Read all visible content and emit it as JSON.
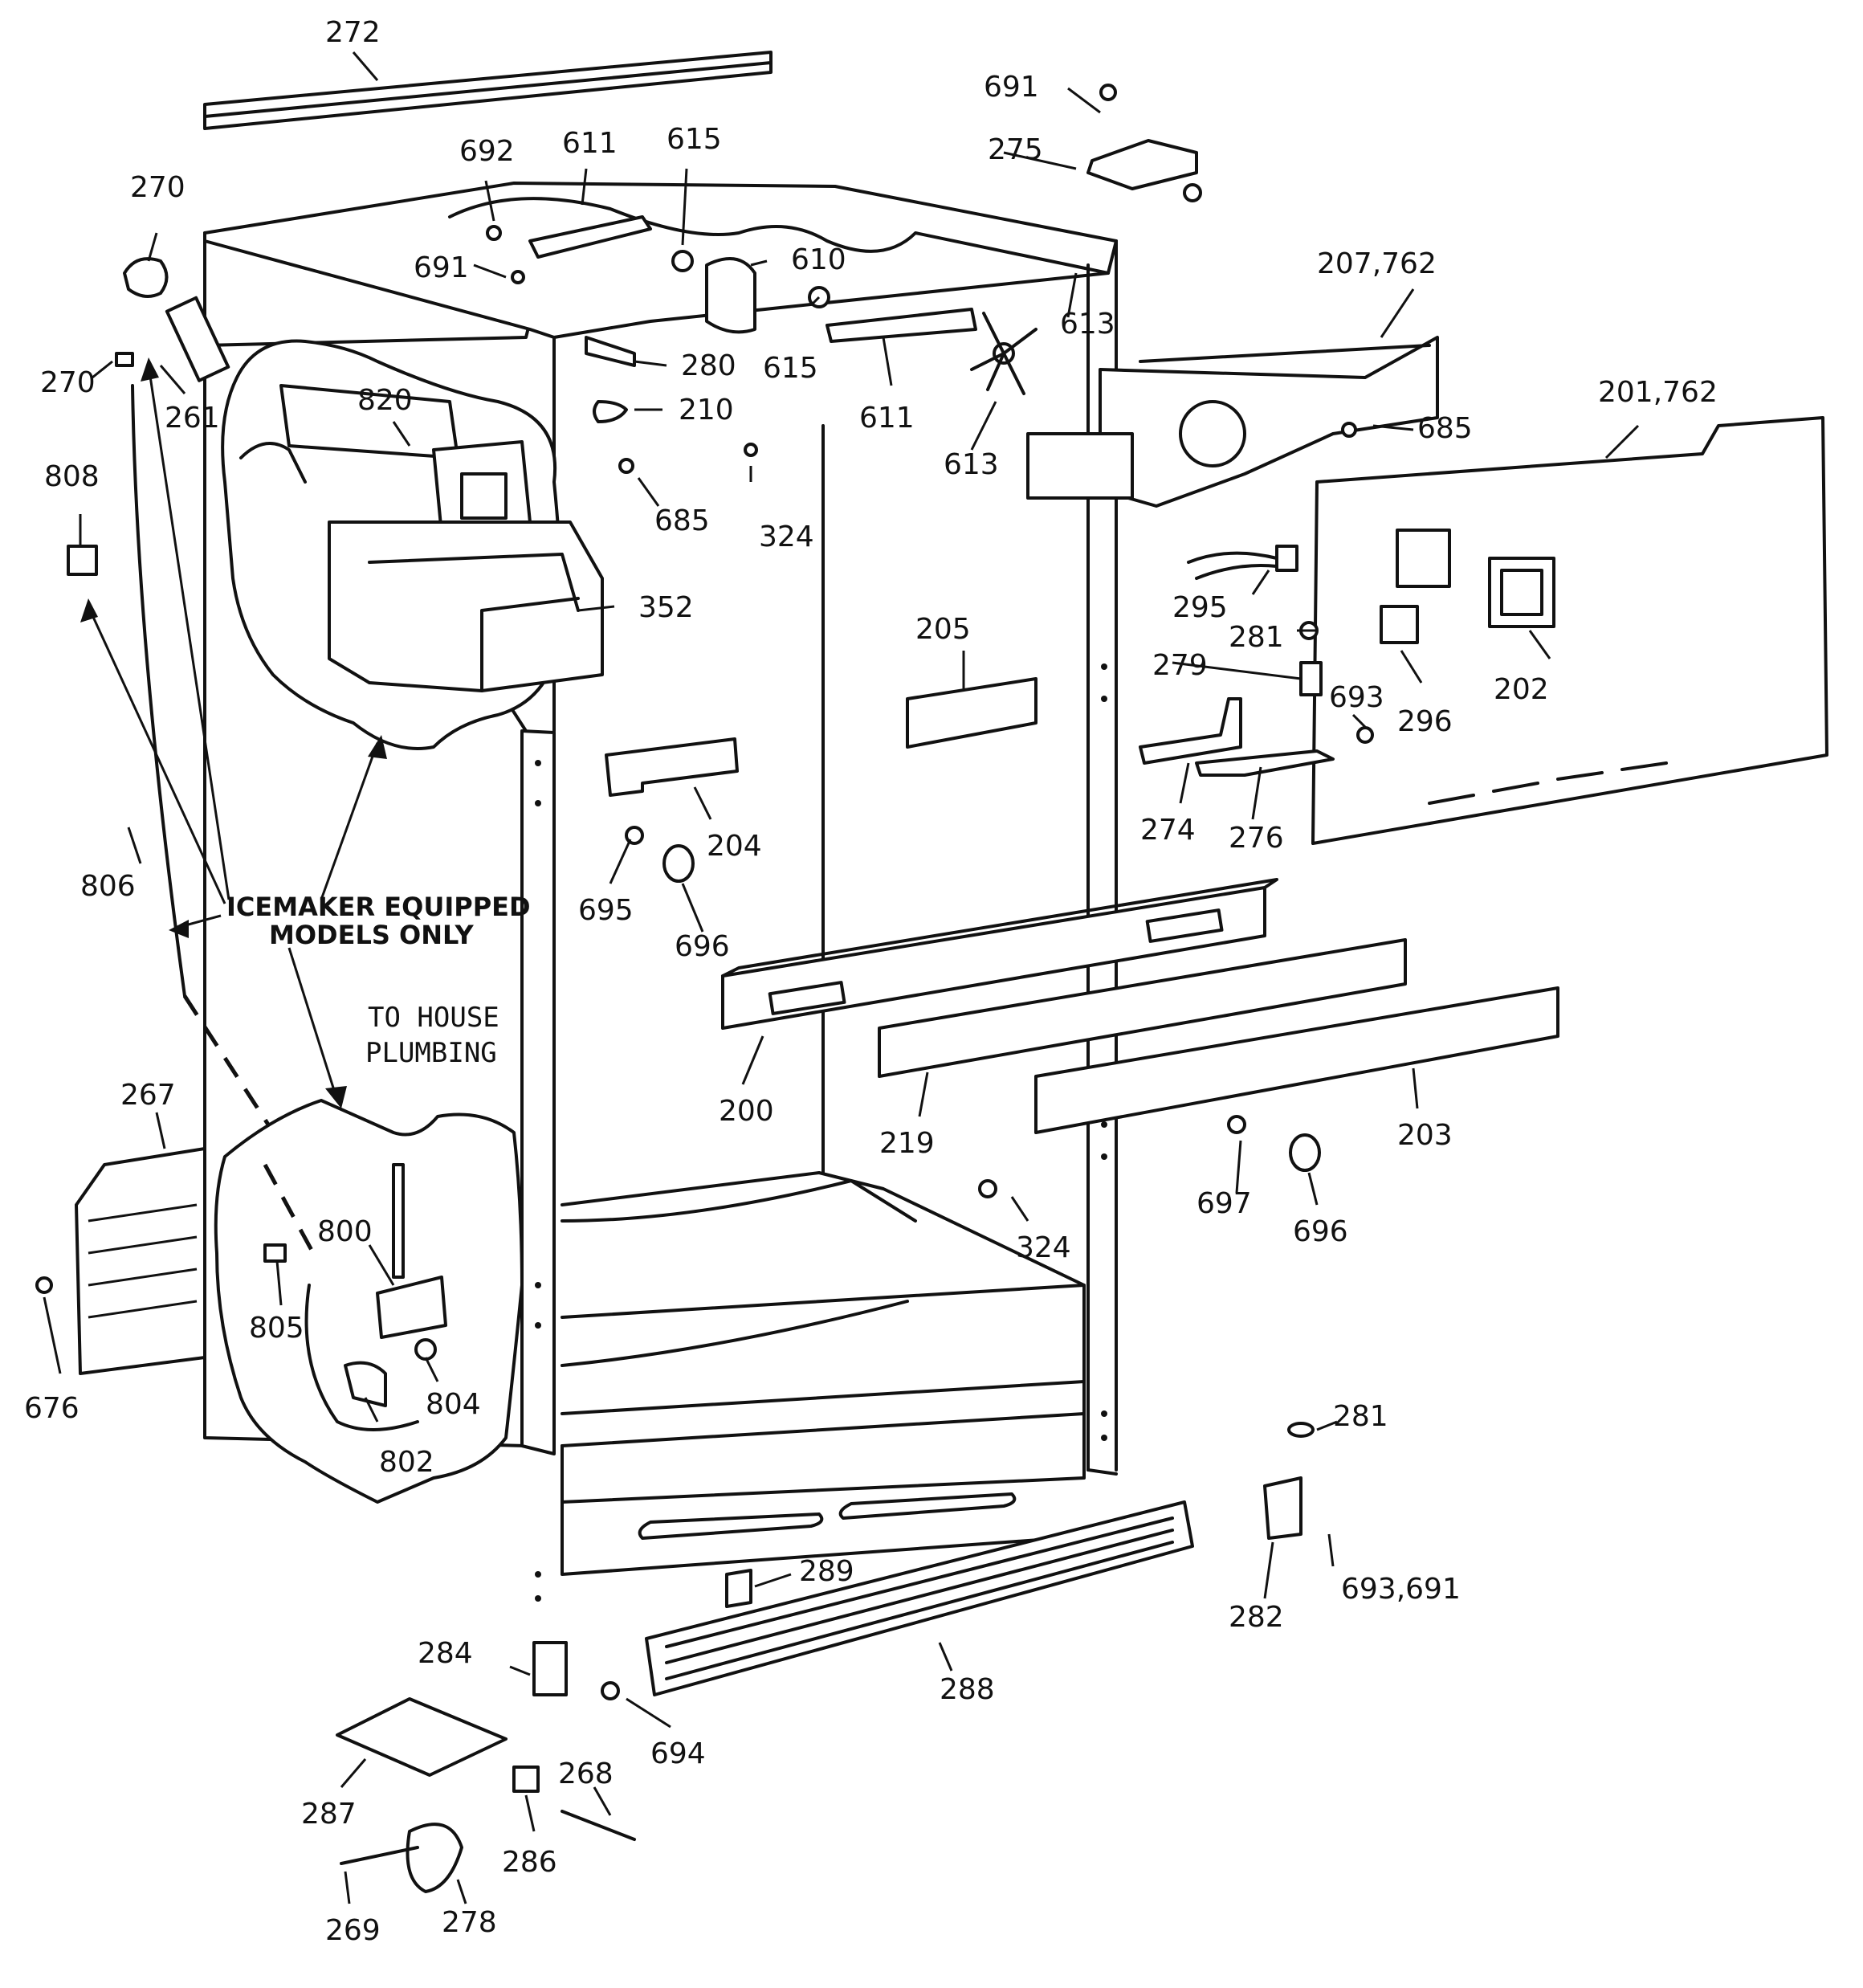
{
  "diagram": {
    "note_line1": "ICEMAKER EQUIPPED",
    "note_line2": "MODELS ONLY",
    "plumbing_line1": "TO HOUSE",
    "plumbing_line2": "PLUMBING",
    "labels": {
      "p272": "272",
      "p691a": "691",
      "p275": "275",
      "p270a": "270",
      "p692": "692",
      "p611a": "611",
      "p615a": "615",
      "p691b": "691",
      "p610": "610",
      "p207": "207,762",
      "p270b": "270",
      "p261": "261",
      "p615b": "615",
      "p280": "280",
      "p611b": "611",
      "p613a": "613",
      "p613b": "613",
      "p820": "820",
      "p210": "210",
      "p685a": "685",
      "p201": "201,762",
      "p808": "808",
      "p685b": "685",
      "p324a": "324",
      "p352": "352",
      "p295": "295",
      "p281a": "281",
      "p279": "279",
      "p693a": "693",
      "p296": "296",
      "p202": "202",
      "p205": "205",
      "p204": "204",
      "p274": "274",
      "p276": "276",
      "p806": "806",
      "p695": "695",
      "p696a": "696",
      "p200": "200",
      "p219": "219",
      "p203": "203",
      "p267": "267",
      "p800": "800",
      "p697": "697",
      "p696b": "696",
      "p324b": "324",
      "p805": "805",
      "p676": "676",
      "p804": "804",
      "p802": "802",
      "p281b": "281",
      "p289": "289",
      "p282": "282",
      "p693b": "693,691",
      "p284": "284",
      "p288": "288",
      "p694": "694",
      "p268": "268",
      "p287": "287",
      "p286": "286",
      "p269": "269",
      "p278": "278"
    }
  }
}
